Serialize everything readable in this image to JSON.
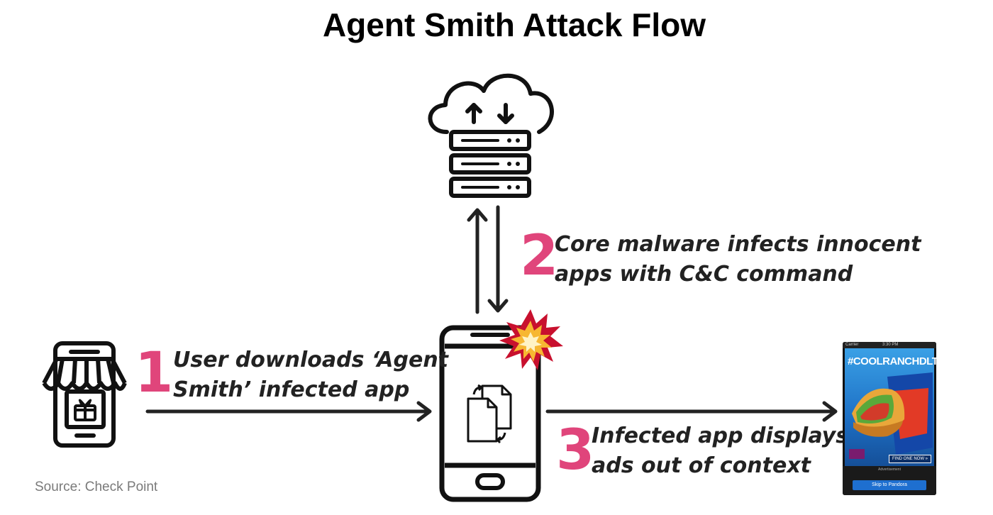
{
  "title": "Agent Smith Attack Flow",
  "steps": [
    {
      "number": "1",
      "line1": "User downloads ‘Agent",
      "line2": "Smith’ infected app"
    },
    {
      "number": "2",
      "line1": "Core malware infects innocent",
      "line2": "apps with C&C command"
    },
    {
      "number": "3",
      "line1": "Infected app displays",
      "line2": "ads out of context"
    }
  ],
  "source": "Source: Check Point",
  "ad": {
    "headline": "#COOLRANCHDLT",
    "status_carrier": "Carrier",
    "status_time": "3:30 PM",
    "cta": "FIND ONE NOW »",
    "bottom_label": "Advertisement",
    "skip": "Skip to Pandora"
  },
  "colors": {
    "accent": "#e0457b",
    "line": "#222222",
    "burst_outer": "#c8102e",
    "burst_inner": "#f7b731"
  }
}
